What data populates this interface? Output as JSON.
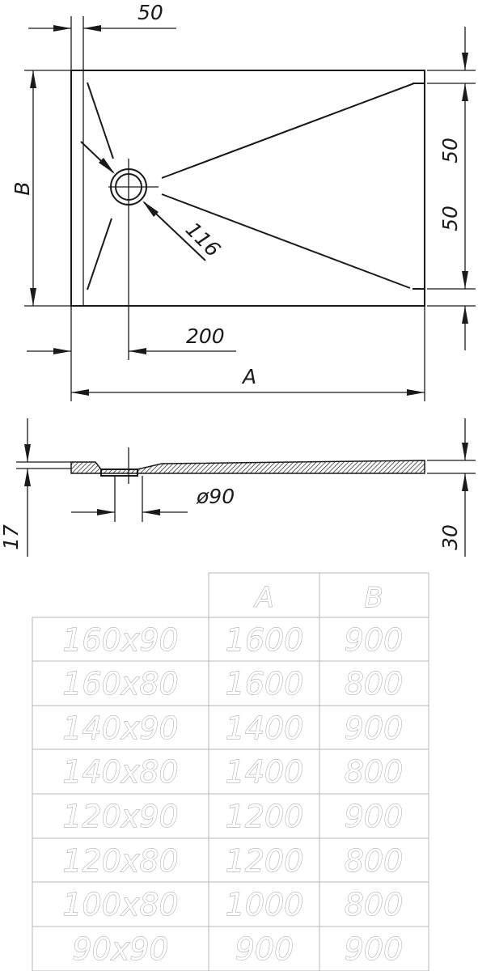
{
  "dimensions": {
    "offset_top": "50",
    "side_b": "B",
    "side_a": "A",
    "drain_offset": "200",
    "drain_size": "116",
    "right_top": "50",
    "right_bottom": "50",
    "drain_diameter": "ø90",
    "height_left": "17",
    "height_right": "30"
  },
  "table": {
    "headers": [
      "A",
      "B"
    ],
    "rows": [
      [
        "160x90",
        "1600",
        "900"
      ],
      [
        "160x80",
        "1600",
        "800"
      ],
      [
        "140x90",
        "1400",
        "900"
      ],
      [
        "140x80",
        "1400",
        "800"
      ],
      [
        "120x90",
        "1200",
        "900"
      ],
      [
        "120x80",
        "1200",
        "800"
      ],
      [
        "100x80",
        "1000",
        "800"
      ],
      [
        "90x90",
        "900",
        "900"
      ]
    ]
  }
}
